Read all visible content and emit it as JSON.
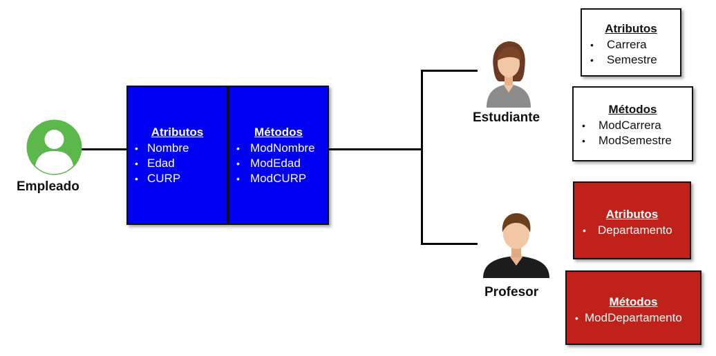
{
  "empleado": {
    "label": "Empleado"
  },
  "class_box": {
    "atributos": {
      "title": "Atributos",
      "items": [
        "Nombre",
        "Edad",
        "CURP"
      ]
    },
    "metodos": {
      "title": "Métodos",
      "items": [
        "ModNombre",
        "ModEdad",
        "ModCURP"
      ]
    }
  },
  "estudiante": {
    "label": "Estudiante",
    "atributos": {
      "title": "Atributos",
      "items": [
        "Carrera",
        "Semestre"
      ]
    },
    "metodos": {
      "title": "Métodos",
      "items": [
        "ModCarrera",
        "ModSemestre"
      ]
    }
  },
  "profesor": {
    "label": "Profesor",
    "atributos": {
      "title": "Atributos",
      "items": [
        "Departamento"
      ]
    },
    "metodos": {
      "title": "Métodos",
      "items": [
        "ModDepartamento"
      ]
    }
  },
  "colors": {
    "empleado_icon": "#5cb84a",
    "blue_box": "#0000f2",
    "red_box": "#c0211a"
  },
  "icons": {
    "empleado": "person-circle-icon",
    "estudiante": "female-user-icon",
    "profesor": "male-user-icon"
  }
}
